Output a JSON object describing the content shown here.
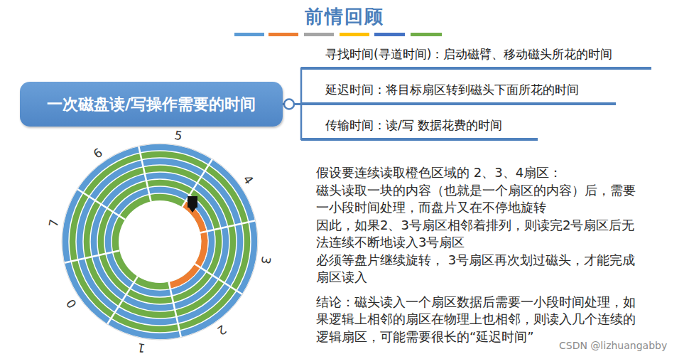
{
  "diagram": {
    "title": "前情回顾",
    "nodes": [
      {
        "text": [
          "一次磁盘读/写操作需要的时间"
        ]
      },
      {
        "text": [
          "寻找时间(寻道时间)：启动磁臂、移动磁头所花的时间"
        ]
      },
      {
        "text": [
          "延迟时间：将目标扇区转到磁头下面所花的时间"
        ]
      },
      {
        "text": [
          "传输时间：读/写 数据花费的时间"
        ]
      }
    ],
    "edges": [
      {
        "from": 0,
        "to": 1,
        "arrow": "none"
      },
      {
        "from": 0,
        "to": 2,
        "arrow": "none"
      },
      {
        "from": 0,
        "to": 3,
        "arrow": "none"
      }
    ],
    "labels": [
      "5",
      "4",
      "3",
      "2",
      "1",
      "0",
      "7",
      "6",
      "假设要连续读取橙色区域的 2、3、4扇区：",
      "磁头读取一块的内容（也就是一个扇区的内容）后，需要一小段时间处理，而盘片又在不停地旋转",
      "因此，如果2、3号扇区相邻着排列，则读完2号扇区后无法连续不断地读入3号扇区",
      "必须等盘片继续旋转， 3号扇区再次划过磁头，才能完成扇区读入",
      "结论：磁头读入一个扇区数据后需要一小段时间处理，如果逻辑上相邻的扇区在物理上也相邻，则读入几个连续的逻辑扇区，可能需要很长的“延迟时间”",
      "CSDN @lizhuangabby"
    ]
  }
}
